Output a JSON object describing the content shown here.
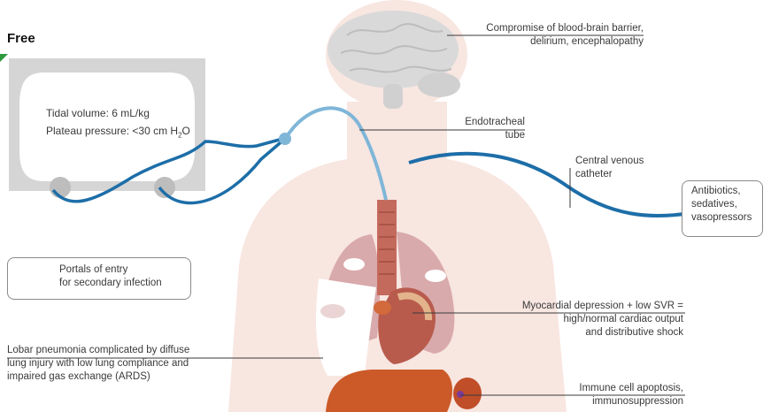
{
  "badge": {
    "label": "Free"
  },
  "ventilator": {
    "line1": "Tidal volume: 6 mL/kg",
    "line2_prefix": "Plateau pressure: <30 cm H",
    "line2_sub": "2",
    "line2_suffix": "O"
  },
  "labels": {
    "brain": [
      "Compromise of blood-brain barrier,",
      "delirium, encephalopathy"
    ],
    "tube": [
      "Endotracheal",
      "tube"
    ],
    "cvc": [
      "Central venous",
      "catheter"
    ],
    "drugs": [
      "Antibiotics,",
      "sedatives,",
      "vasopressors"
    ],
    "legend": [
      "Portals of entry",
      "for secondary infection"
    ],
    "heart": [
      "Myocardial depression + low SVR =",
      "high/normal cardiac output",
      "and distributive shock"
    ],
    "lung": [
      "Lobar pneumonia complicated by diffuse",
      "lung injury with low lung compliance and",
      "impaired gas exchange (ARDS)"
    ],
    "immune": [
      "Immune cell apoptosis,",
      "immunosuppression"
    ]
  },
  "colors": {
    "body": "#f8e6e1",
    "monitor": "#d5d5d5",
    "line_blue": "#1d6ea8",
    "tube_light": "#7fb6d8",
    "lung": "#d7a7a9",
    "trachea": "#c46a5c",
    "heart": "#b85b4d",
    "liver": "#cc5a28",
    "brain": "#dcdcdc"
  }
}
